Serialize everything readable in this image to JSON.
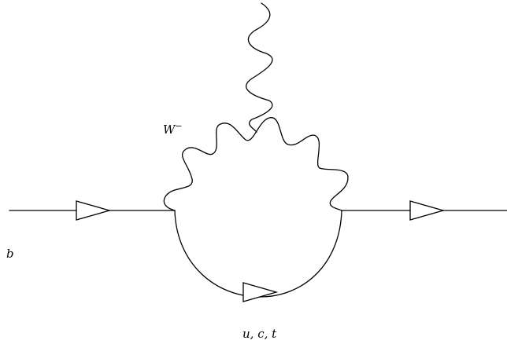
{
  "labels": {
    "boson": "W",
    "boson_charge": "−",
    "incoming_quark": "b",
    "loop_quarks": "u, c, t"
  }
}
